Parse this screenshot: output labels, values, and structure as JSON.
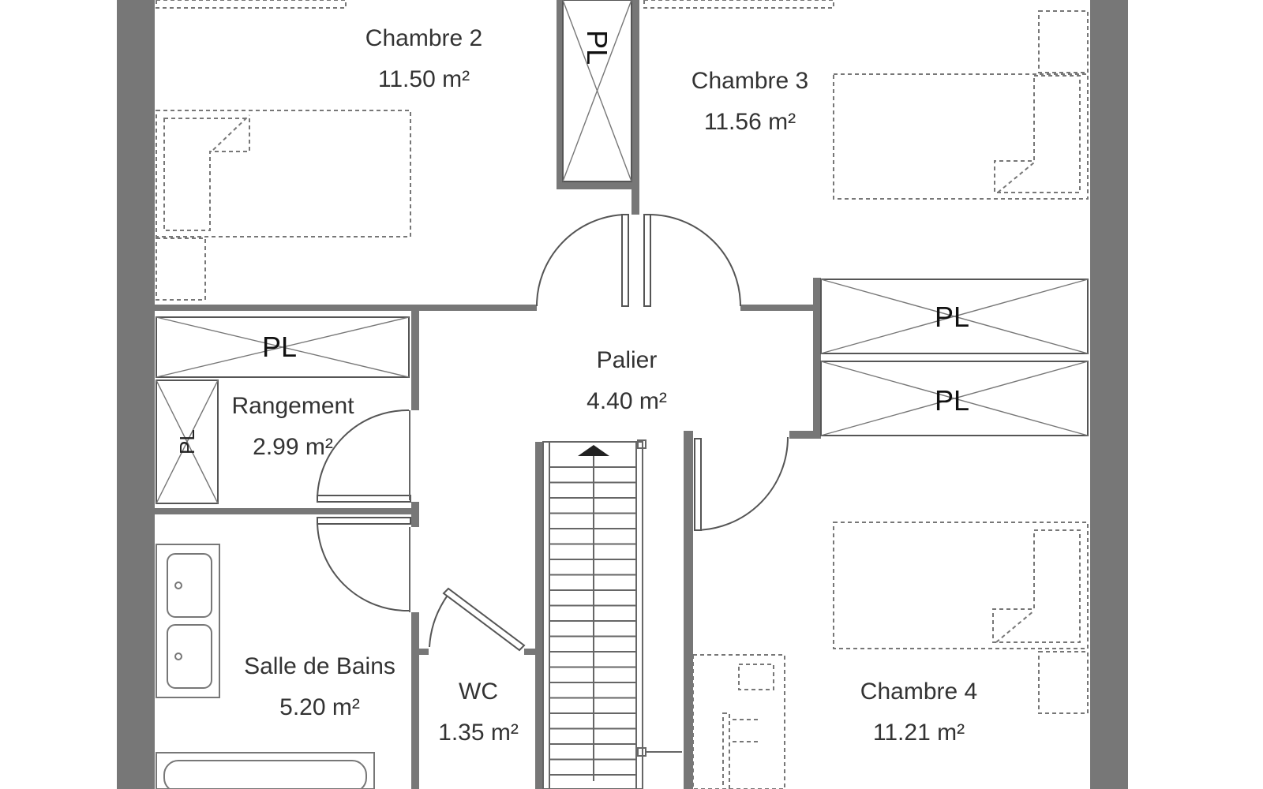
{
  "plan": {
    "rooms": [
      {
        "id": "chambre2",
        "name": "Chambre 2",
        "area": "11.50 m²"
      },
      {
        "id": "chambre3",
        "name": "Chambre 3",
        "area": "11.56 m²"
      },
      {
        "id": "palier",
        "name": "Palier",
        "area": "4.40 m²"
      },
      {
        "id": "rangement",
        "name": "Rangement",
        "area": "2.99 m²"
      },
      {
        "id": "salle_de_bains",
        "name": "Salle de Bains",
        "area": "5.20 m²"
      },
      {
        "id": "wc",
        "name": "WC",
        "area": "1.35 m²"
      },
      {
        "id": "chambre4",
        "name": "Chambre 4",
        "area": "11.21 m²"
      }
    ],
    "closet_label": "PL",
    "colors": {
      "wall": "#777777",
      "line": "#666666",
      "text": "#333333",
      "background": "#ffffff"
    }
  }
}
